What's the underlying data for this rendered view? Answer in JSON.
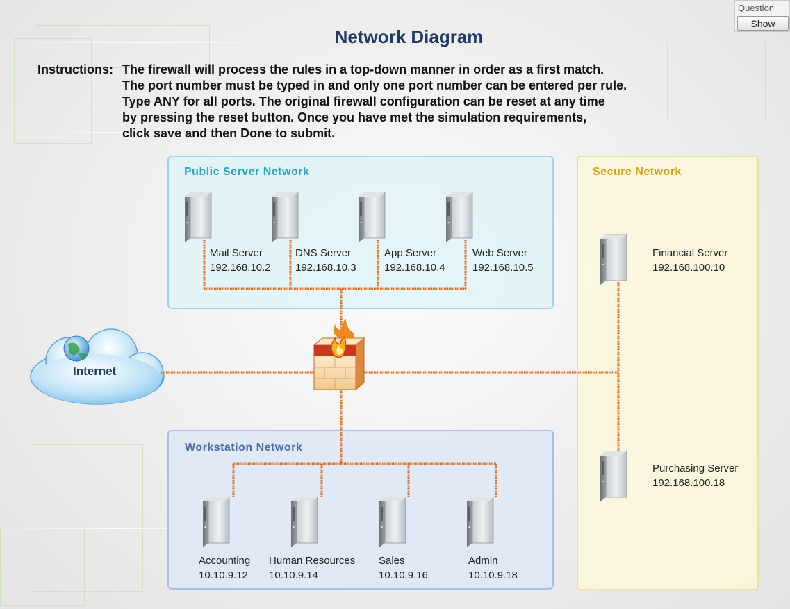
{
  "question_panel": {
    "label": "Question",
    "show_button": "Show"
  },
  "title": "Network Diagram",
  "instructions": {
    "label": "Instructions:",
    "lines": [
      "The firewall will process the rules in a top-down manner in order as a first match.",
      "The port number must be typed in and only one port number can be entered per rule.",
      "Type ANY for all ports. The original firewall configuration can be reset at any time",
      "by pressing the reset button. Once you have met the simulation requirements,",
      "click save and then Done to submit."
    ]
  },
  "internet": {
    "label": "Internet"
  },
  "public_network": {
    "title": "Public Server Network",
    "servers": [
      {
        "name": "Mail Server",
        "ip": "192.168.10.2"
      },
      {
        "name": "DNS Server",
        "ip": "192.168.10.3"
      },
      {
        "name": "App Server",
        "ip": "192.168.10.4"
      },
      {
        "name": "Web Server",
        "ip": "192.168.10.5"
      }
    ]
  },
  "workstation_network": {
    "title": "Workstation Network",
    "hosts": [
      {
        "name": "Accounting",
        "ip": "10.10.9.12"
      },
      {
        "name": "Human Resources",
        "ip": "10.10.9.14"
      },
      {
        "name": "Sales",
        "ip": "10.10.9.16"
      },
      {
        "name": "Admin",
        "ip": "10.10.9.18"
      }
    ]
  },
  "secure_network": {
    "title": "Secure Network",
    "servers": [
      {
        "name": "Financial Server",
        "ip": "192.168.100.10"
      },
      {
        "name": "Purchasing Server",
        "ip": "192.168.100.18"
      }
    ]
  },
  "colors": {
    "title": "#1e3a68",
    "public_title": "#2aa3c8",
    "workstation_title": "#4a6ea8",
    "secure_title": "#d9a21a",
    "link": "#e06a1c"
  }
}
